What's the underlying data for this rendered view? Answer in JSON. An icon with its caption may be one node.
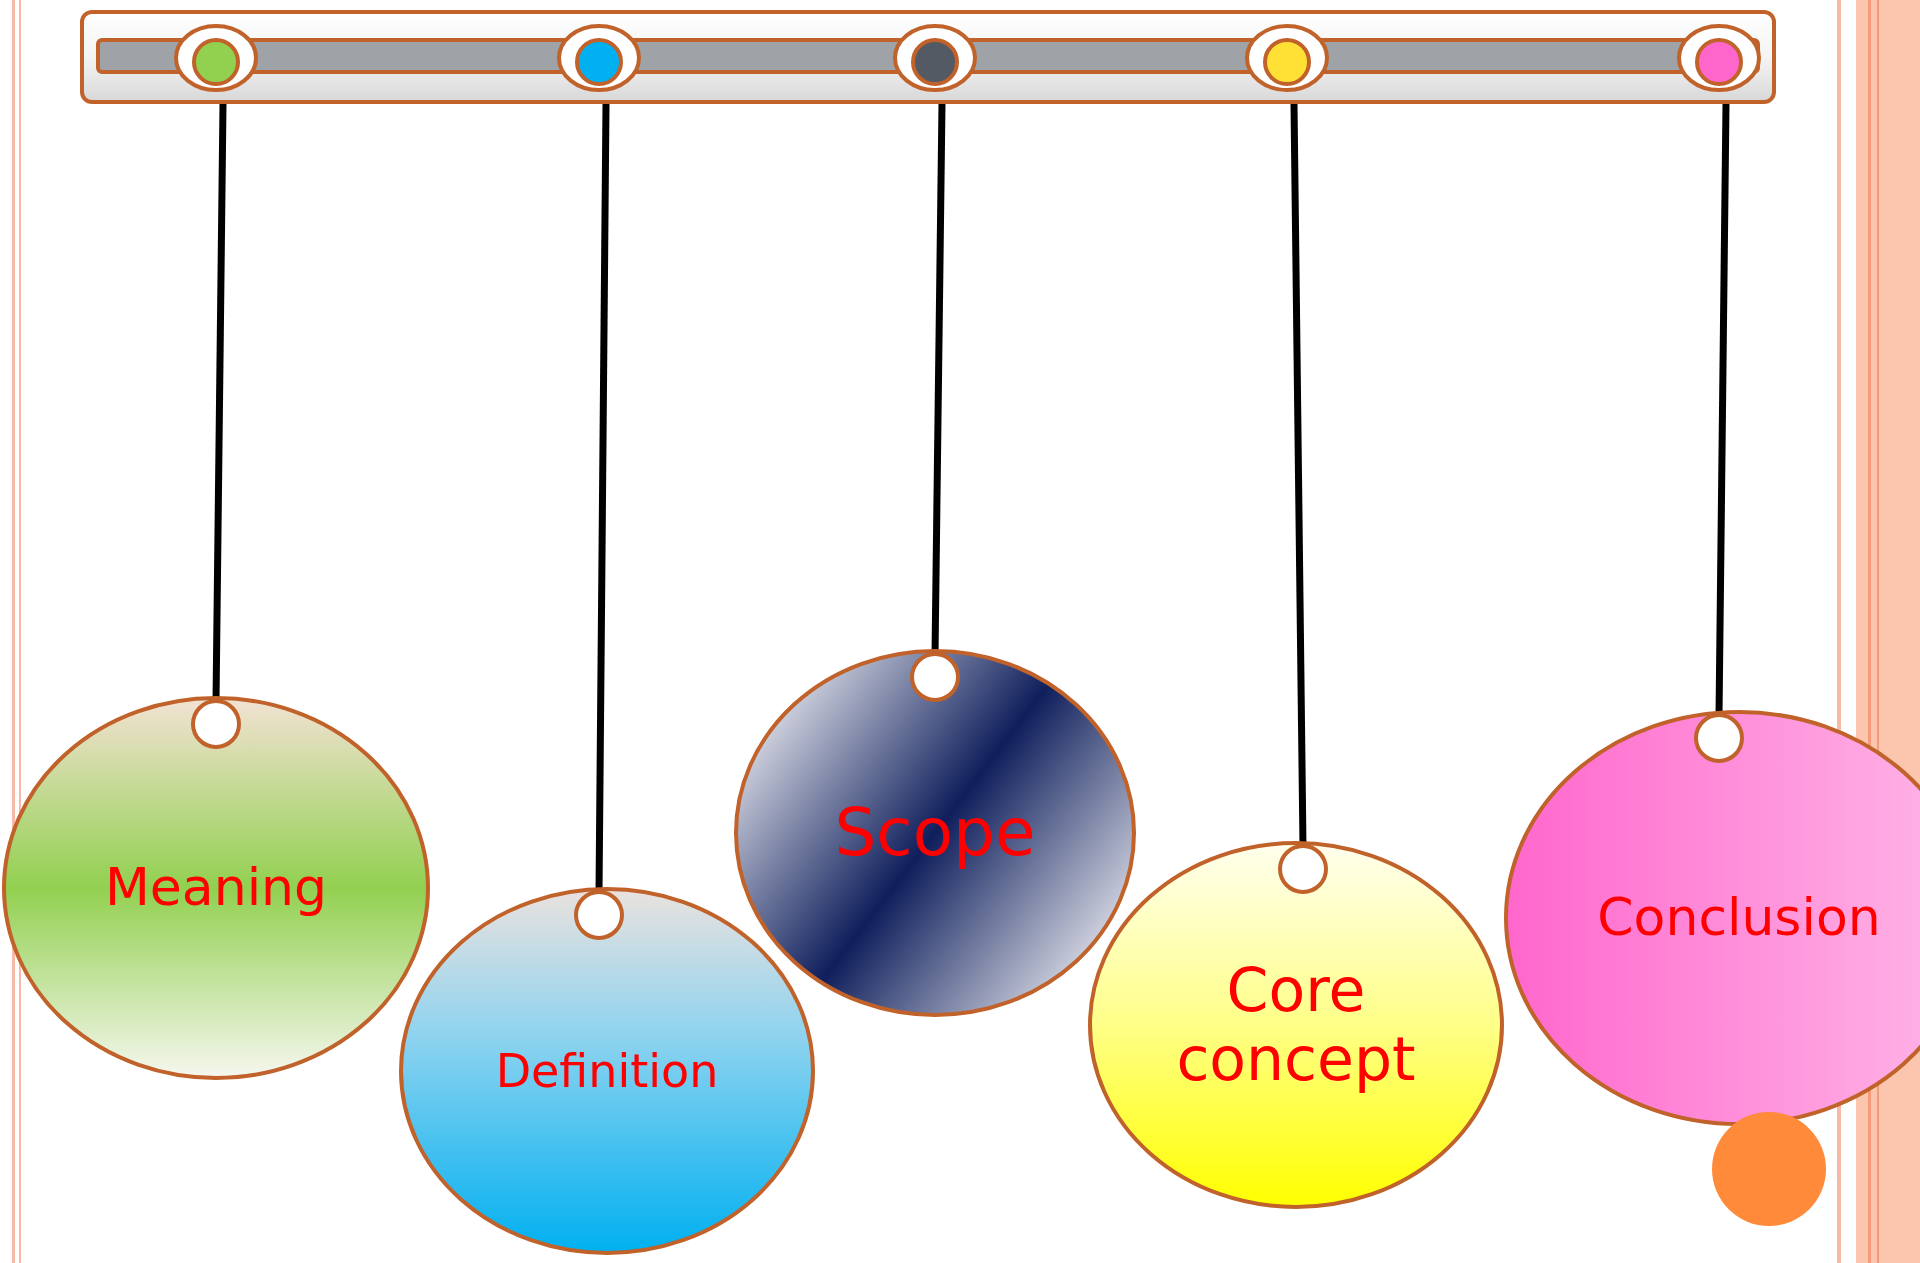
{
  "diagram": {
    "nodes": [
      {
        "text": [],
        "shape": "bar"
      },
      {
        "text": [
          "Meaning"
        ]
      },
      {
        "text": [
          "Definition"
        ]
      },
      {
        "text": [
          "Scope"
        ]
      },
      {
        "text": [
          "Core concept"
        ]
      },
      {
        "text": [
          "Conclusion"
        ]
      }
    ],
    "edges": [
      {
        "from": 0,
        "to": 1,
        "arrow": "none"
      },
      {
        "from": 0,
        "to": 2,
        "arrow": "none"
      },
      {
        "from": 0,
        "to": 3,
        "arrow": "none"
      },
      {
        "from": 0,
        "to": 4,
        "arrow": "none"
      },
      {
        "from": 0,
        "to": 5,
        "arrow": "none"
      }
    ]
  }
}
